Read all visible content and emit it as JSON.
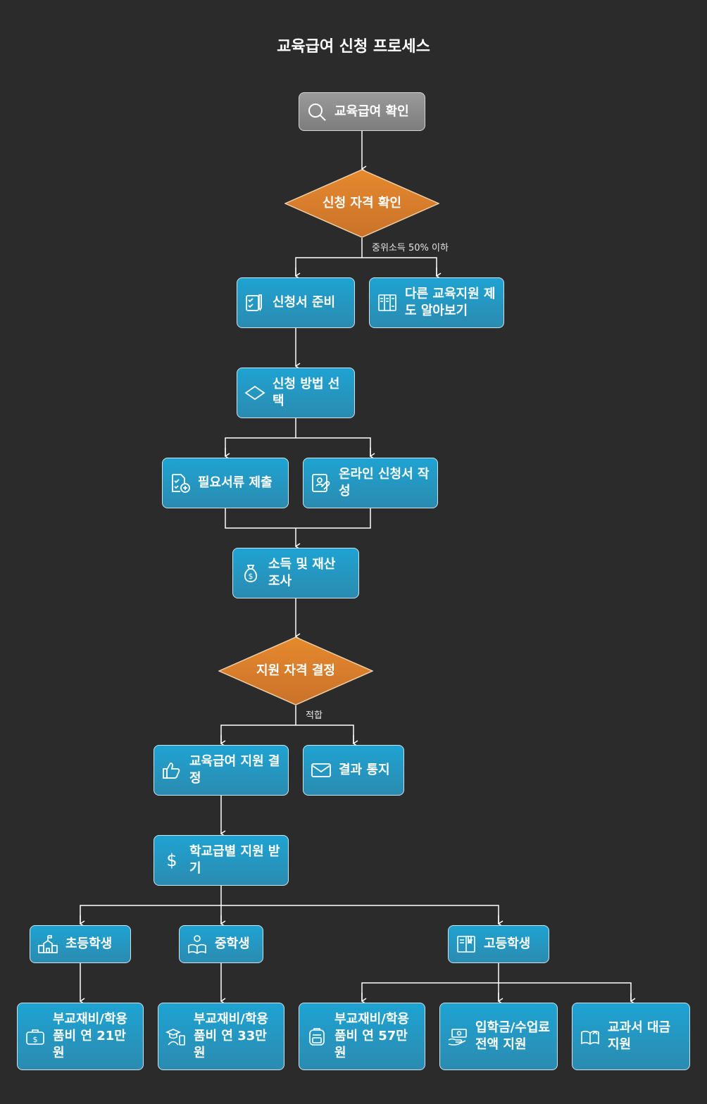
{
  "title": "교육급여 신청 프로세스",
  "nodes": {
    "check": {
      "label": "교육급여 확인",
      "icon": "search-icon"
    },
    "eligibility": {
      "label": "신청 자격 확인"
    },
    "prepare": {
      "label": "신청서 준비",
      "icon": "checklist-pen-icon"
    },
    "other": {
      "label": "다른 교육지원 제도 알아보기",
      "icon": "bookshelf-icon"
    },
    "method": {
      "label": "신청 방법 선택",
      "icon": "diamond-icon"
    },
    "docs": {
      "label": "필요서류 제출",
      "icon": "document-plus-icon"
    },
    "online": {
      "label": "온라인 신청서 작성",
      "icon": "id-card-link-icon"
    },
    "survey": {
      "label": "소득 및 재산 조사",
      "icon": "money-bag-icon"
    },
    "decide": {
      "label": "지원 자격 결정"
    },
    "approved": {
      "label": "교육급여 지원 결정",
      "icon": "thumbs-up-icon"
    },
    "notify": {
      "label": "결과 통지",
      "icon": "envelope-icon"
    },
    "bylevel": {
      "label": "학교급별 지원 받기",
      "icon": "dollar-icon"
    },
    "elem": {
      "label": "초등학생",
      "icon": "school-icon"
    },
    "middle": {
      "label": "중학생",
      "icon": "student-reading-icon"
    },
    "high": {
      "label": "고등학생",
      "icon": "textbook-icon"
    },
    "elem_sup": {
      "label": "부교재비/학용품비 연 21만원",
      "icon": "wallet-dollar-icon"
    },
    "middle_sup": {
      "label": "부교재비/학용품비 연 33만원",
      "icon": "graduate-phone-icon"
    },
    "high_sup": {
      "label": "부교재비/학용품비 연 57만원",
      "icon": "backpack-icon"
    },
    "tuition": {
      "label": "입학금/수업료 전액 지원",
      "icon": "cash-hand-icon"
    },
    "textbook": {
      "label": "교과서 대금 지원",
      "icon": "open-book-icon"
    }
  },
  "edge_labels": {
    "income": "중위소득 50% 이하",
    "suitable": "적합"
  },
  "colors": {
    "background": "#2b2b2b",
    "node": "#2196c4",
    "start": "#8a8a8a",
    "decision": "#e0832a",
    "edge": "#ffffff"
  }
}
